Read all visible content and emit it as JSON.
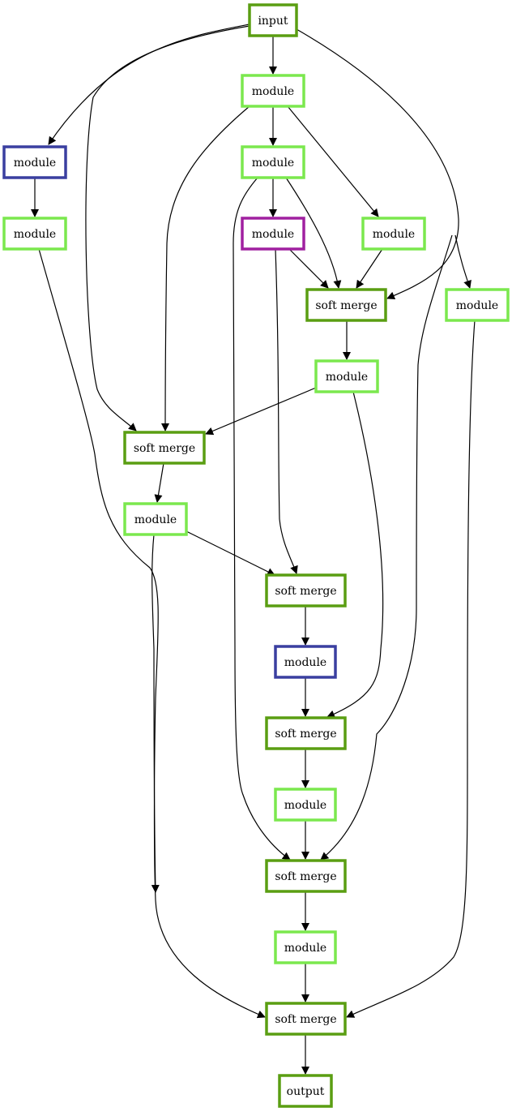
{
  "colors": {
    "io": "#5a9e12",
    "merge": "#5a9e12",
    "module_light": "#7be84e",
    "module_blue": "#3a3fa0",
    "module_purple": "#a020a0",
    "edge": "#000000"
  },
  "nodes": [
    {
      "id": "input",
      "label": "input",
      "kind": "io"
    },
    {
      "id": "m1",
      "label": "module",
      "kind": "module_light"
    },
    {
      "id": "m_blue1",
      "label": "module",
      "kind": "module_blue"
    },
    {
      "id": "m2",
      "label": "module",
      "kind": "module_light"
    },
    {
      "id": "m_left",
      "label": "module",
      "kind": "module_light"
    },
    {
      "id": "m_purple",
      "label": "module",
      "kind": "module_purple"
    },
    {
      "id": "m_right1",
      "label": "module",
      "kind": "module_light"
    },
    {
      "id": "sm1",
      "label": "soft merge",
      "kind": "merge"
    },
    {
      "id": "m_far_right",
      "label": "module",
      "kind": "module_light"
    },
    {
      "id": "m3",
      "label": "module",
      "kind": "module_light"
    },
    {
      "id": "sm2",
      "label": "soft merge",
      "kind": "merge"
    },
    {
      "id": "m4",
      "label": "module",
      "kind": "module_light"
    },
    {
      "id": "sm3",
      "label": "soft merge",
      "kind": "merge"
    },
    {
      "id": "m_blue2",
      "label": "module",
      "kind": "module_blue"
    },
    {
      "id": "sm4",
      "label": "soft merge",
      "kind": "merge"
    },
    {
      "id": "m5",
      "label": "module",
      "kind": "module_light"
    },
    {
      "id": "sm5",
      "label": "soft merge",
      "kind": "merge"
    },
    {
      "id": "m6",
      "label": "module",
      "kind": "module_light"
    },
    {
      "id": "sm6",
      "label": "soft merge",
      "kind": "merge"
    },
    {
      "id": "output",
      "label": "output",
      "kind": "io"
    }
  ],
  "edges": [
    [
      "input",
      "m1"
    ],
    [
      "input",
      "m_blue1"
    ],
    [
      "input",
      "sm2"
    ],
    [
      "input",
      "sm1"
    ],
    [
      "m1",
      "m2"
    ],
    [
      "m1",
      "m_right1"
    ],
    [
      "m1",
      "sm2"
    ],
    [
      "m_blue1",
      "m_left"
    ],
    [
      "m_left",
      "sm6"
    ],
    [
      "m2",
      "m_purple"
    ],
    [
      "m2",
      "sm1"
    ],
    [
      "m2",
      "sm5"
    ],
    [
      "m_purple",
      "sm1"
    ],
    [
      "m_purple",
      "sm3"
    ],
    [
      "m_right1",
      "sm1"
    ],
    [
      "input",
      "m_far_right"
    ],
    [
      "input",
      "sm5"
    ],
    [
      "sm1",
      "m3"
    ],
    [
      "m3",
      "sm2"
    ],
    [
      "m3",
      "sm4"
    ],
    [
      "sm2",
      "m4"
    ],
    [
      "m4",
      "sm3"
    ],
    [
      "m4",
      "sm6"
    ],
    [
      "sm3",
      "m_blue2"
    ],
    [
      "m_blue2",
      "sm4"
    ],
    [
      "sm4",
      "m5"
    ],
    [
      "m5",
      "sm5"
    ],
    [
      "sm5",
      "m6"
    ],
    [
      "m6",
      "sm6"
    ],
    [
      "m_far_right",
      "sm6"
    ],
    [
      "sm6",
      "output"
    ]
  ]
}
